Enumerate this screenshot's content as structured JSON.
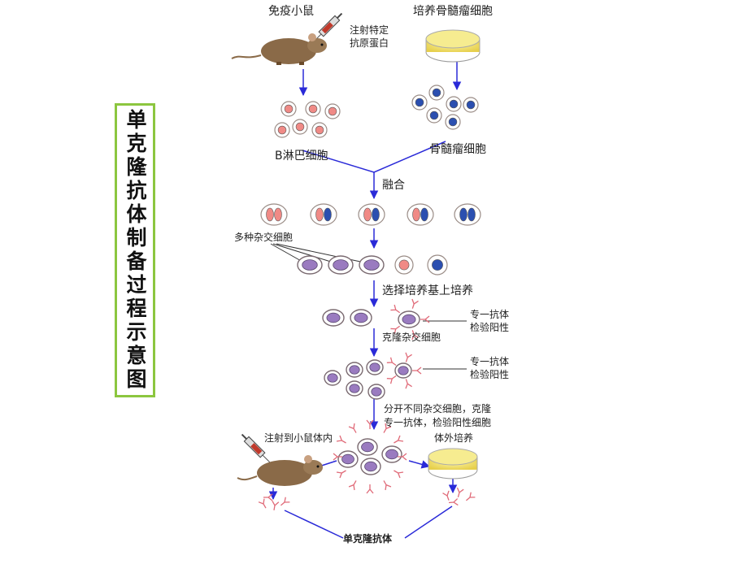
{
  "title": "单克隆抗体制备过程示意图",
  "labels": {
    "immunized_mouse": "免疫小鼠",
    "inject_antigen_line1": "注射特定",
    "inject_antigen_line2": "抗原蛋白",
    "cultured_myeloma": "培养骨髓瘤细胞",
    "b_cell": "B淋巴细胞",
    "myeloma_cell": "骨髓瘤细胞",
    "fusion": "融合",
    "hybrid_cells": "多种杂交细胞",
    "selective_culture": "选择培养基上培养",
    "antibody_positive_1a": "专一抗体",
    "antibody_positive_1b": "检验阳性",
    "clone_hybrid": "克隆杂交细胞",
    "antibody_positive_2a": "专一抗体",
    "antibody_positive_2b": "检验阳性",
    "separate_line1": "分开不同杂交细胞，克隆",
    "separate_line2": "专一抗体，检验阳性细胞",
    "inject_mouse": "注射到小鼠体内",
    "in_vitro_culture": "体外培养",
    "monoclonal_antibody": "单克隆抗体"
  },
  "colors": {
    "arrow": "#2a2ad8",
    "title_border": "#8cc63f",
    "b_cell_nucleus": "#f08a86",
    "myeloma_nucleus": "#2b4fb0",
    "hybrid_nucleus": "#9a7bc0",
    "antibody": "#e06a78"
  }
}
